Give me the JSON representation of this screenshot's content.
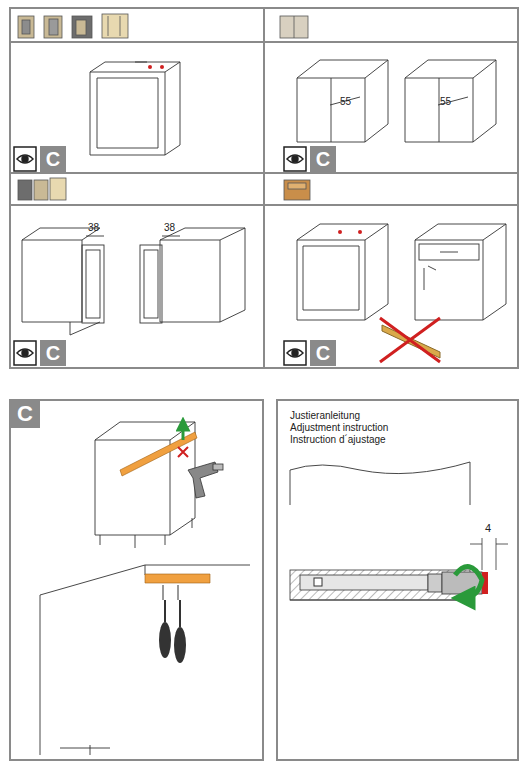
{
  "diagram": {
    "nodes": [
      {
        "text": [
          "C"
        ]
      },
      {
        "text": [
          "C"
        ]
      },
      {
        "text": [
          "C"
        ]
      },
      {
        "text": [
          "C"
        ]
      },
      {
        "text": [
          "C"
        ]
      }
    ],
    "edges": [],
    "labels": [
      "55",
      "55",
      "38",
      "38",
      "Justieranleitung",
      "Adjustment instruction",
      "Instruction d´ajustage",
      "4"
    ]
  }
}
